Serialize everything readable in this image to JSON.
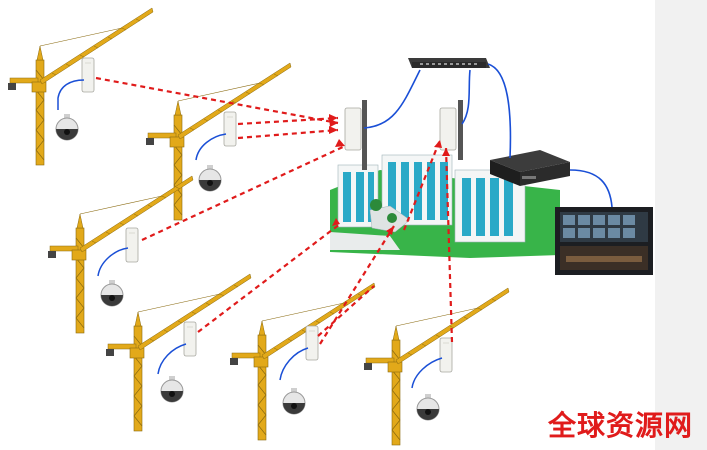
{
  "watermark": {
    "text": "全球资源网"
  },
  "colors": {
    "link_dashed": "#e01b1b",
    "cable": "#1a4fd6",
    "crane": "#e2a91a",
    "crane_dark": "#8a6a10",
    "building_glass": "#2aa9c7",
    "building_white": "#f4f6f6",
    "grass": "#38b449",
    "device_dark": "#2b2b2b",
    "watermark": "#e01b1b"
  },
  "nodes": {
    "cranes": [
      {
        "name": "crane-1"
      },
      {
        "name": "crane-2"
      },
      {
        "name": "crane-3"
      },
      {
        "name": "crane-4"
      },
      {
        "name": "crane-5"
      },
      {
        "name": "crane-6"
      }
    ],
    "base_stations": [
      {
        "name": "base-station-antenna-left"
      },
      {
        "name": "base-station-antenna-right"
      }
    ],
    "network_switch": {
      "name": "network-switch"
    },
    "nvr": {
      "name": "network-video-recorder"
    },
    "monitoring_center": {
      "name": "monitoring-center"
    },
    "building": {
      "name": "office-building"
    }
  }
}
